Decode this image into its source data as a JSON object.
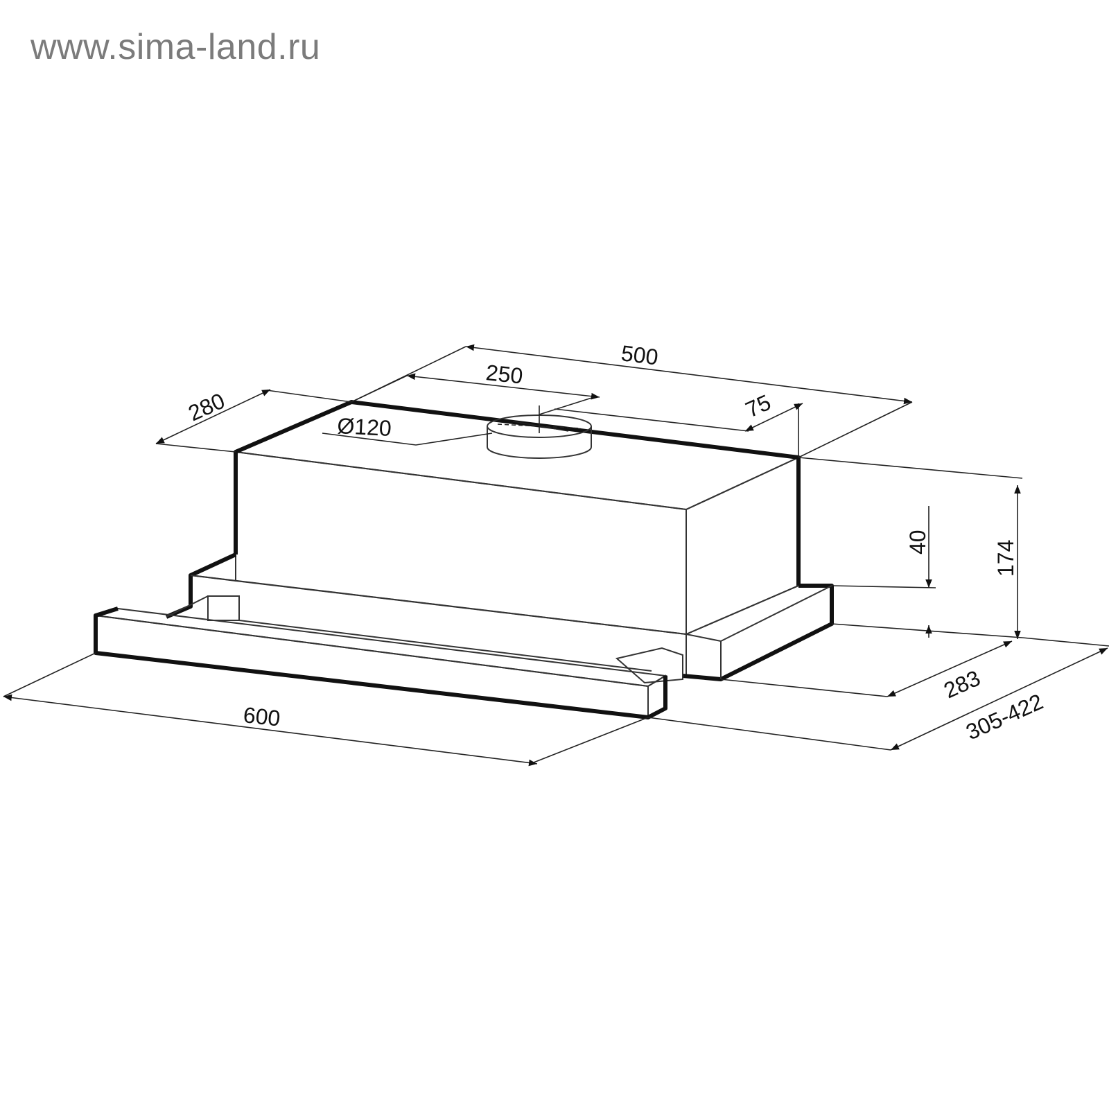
{
  "watermark": "www.sima-land.ru",
  "colors": {
    "line": "#111111",
    "watermark": "#7b7b7b",
    "background": "#ffffff"
  },
  "dimensions": {
    "top_width": "500",
    "outlet_offset": "250",
    "outlet_diameter": "Ø120",
    "outlet_rear_offset": "75",
    "body_depth": "280",
    "panel_height": "40",
    "total_height": "174",
    "fixed_depth": "283",
    "extended_depth": "305-422",
    "front_width": "600"
  }
}
